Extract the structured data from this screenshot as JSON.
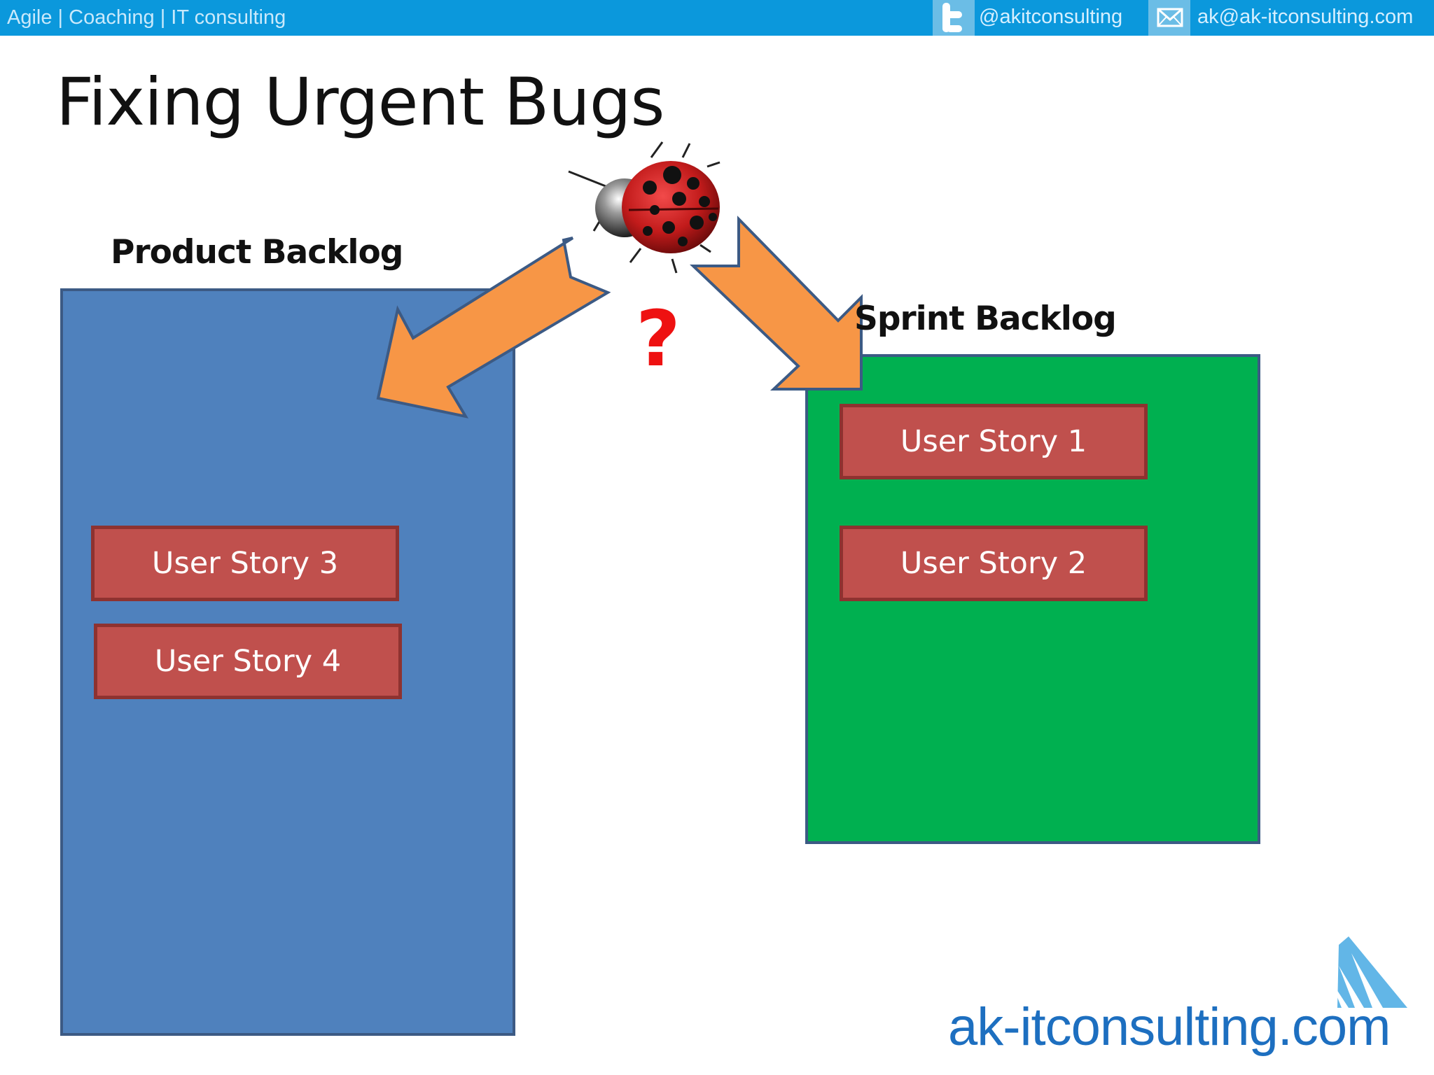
{
  "header": {
    "tagline": "Agile | Coaching | IT consulting",
    "twitter_icon": "twitter-bird-icon",
    "twitter_handle": "@akitconsulting",
    "mail_icon": "envelope-icon",
    "email": "ak@ak-itconsulting.com",
    "bar_color": "#0b98dc"
  },
  "slide": {
    "title": "Fixing Urgent Bugs"
  },
  "product_backlog": {
    "title": "Product Backlog",
    "color": "#4f81bd",
    "stories": [
      {
        "label": "User Story 3"
      },
      {
        "label": "User Story 4"
      }
    ]
  },
  "sprint_backlog": {
    "title": "Sprint Backlog",
    "color": "#00b050",
    "stories": [
      {
        "label": "User Story 1"
      },
      {
        "label": "User Story 2"
      }
    ]
  },
  "bug": {
    "icon": "ladybug-icon",
    "question_mark": "?"
  },
  "arrows": {
    "color": "#f79646",
    "outline": "#3c5a84"
  },
  "story_color": "#c0504d",
  "brand": {
    "logo_icon": "triangle-logo-icon",
    "url": "ak-itconsulting.com"
  }
}
